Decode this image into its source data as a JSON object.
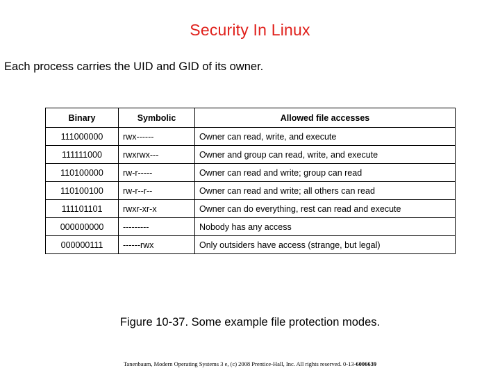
{
  "slide": {
    "title": "Security In Linux",
    "subtitle": "Each process carries the UID and GID of its owner.",
    "caption": "Figure 10-37. Some example file protection modes.",
    "footer_text": "Tanenbaum, Modern Operating Systems 3 e, (c) 2008 Prentice-Hall, Inc. All rights reserved. 0-13-",
    "footer_isbn": "6006639",
    "title_color": "#e0201b"
  },
  "table": {
    "headers": [
      "Binary",
      "Symbolic",
      "Allowed file accesses"
    ],
    "rows": [
      {
        "binary": "111000000",
        "symbolic": "rwx------",
        "access": "Owner can read, write, and execute"
      },
      {
        "binary": "111111000",
        "symbolic": "rwxrwx---",
        "access": "Owner and group can read, write, and execute"
      },
      {
        "binary": "110100000",
        "symbolic": "rw-r-----",
        "access": "Owner can read and write; group can read"
      },
      {
        "binary": "110100100",
        "symbolic": "rw-r--r--",
        "access": "Owner can read and write; all others can read"
      },
      {
        "binary": "111101101",
        "symbolic": "rwxr-xr-x",
        "access": "Owner can do everything, rest can read and execute"
      },
      {
        "binary": "000000000",
        "symbolic": "---------",
        "access": "Nobody has any access"
      },
      {
        "binary": "000000111",
        "symbolic": "------rwx",
        "access": "Only outsiders have access (strange, but legal)"
      }
    ]
  }
}
